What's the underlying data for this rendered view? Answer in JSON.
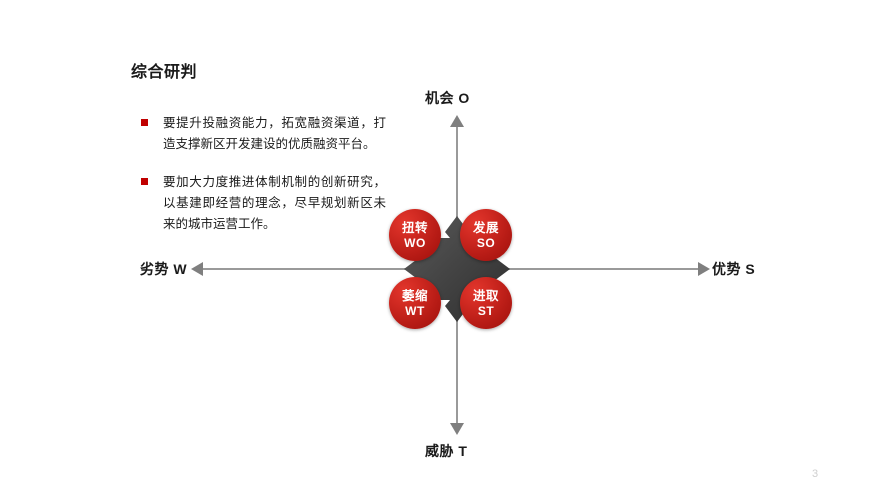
{
  "slide": {
    "title": "综合研判",
    "page_number": "3",
    "background_color": "#ffffff"
  },
  "bullets": [
    {
      "marker": "square-bullet",
      "text": "要提升投融资能力，拓宽融资渠道，打造支撑新区开发建设的优质融资平台。"
    },
    {
      "marker": "square-bullet",
      "text": "要加大力度推进体制机制的创新研究，以基建即经营的理念，尽早规划新区未来的城市运营工作。"
    }
  ],
  "axes": {
    "top": {
      "label": "机会 O",
      "arrow": "arrow-up-icon"
    },
    "bottom": {
      "label": "威胁 T",
      "arrow": "arrow-down-icon"
    },
    "left": {
      "label": "劣势 W",
      "arrow": "arrow-left-icon"
    },
    "right": {
      "label": "优势 S",
      "arrow": "arrow-right-icon"
    },
    "line_color": "#9a9a9a",
    "arrow_color": "#7f7f7f"
  },
  "center": {
    "shape": "four-point-cross-icon",
    "color": "#3f3f3f"
  },
  "swot": {
    "circle_color": "#c41a16",
    "text_color": "#ffffff",
    "quadrants": [
      {
        "id": "wo",
        "position": "top-left",
        "cn": "扭转",
        "en": "WO"
      },
      {
        "id": "so",
        "position": "top-right",
        "cn": "发展",
        "en": "SO"
      },
      {
        "id": "wt",
        "position": "bottom-left",
        "cn": "萎缩",
        "en": "WT"
      },
      {
        "id": "st",
        "position": "bottom-right",
        "cn": "进取",
        "en": "ST"
      }
    ]
  },
  "theme": {
    "accent_red": "#c00000",
    "dark_gray": "#3f3f3f",
    "text_color": "#1a1a1a"
  }
}
